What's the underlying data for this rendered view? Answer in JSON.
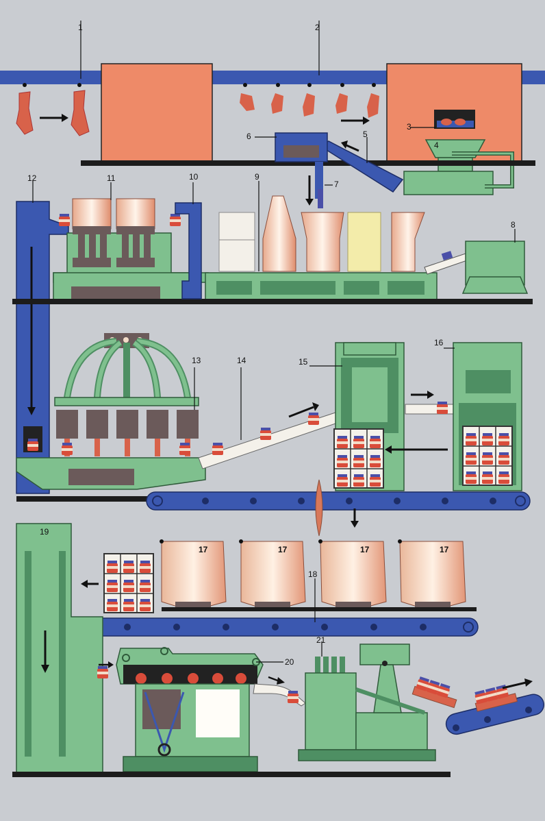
{
  "colors": {
    "background": "#c9ccd1",
    "machine_green": "#7fc08e",
    "machine_green_dark": "#4e8f63",
    "conveyor_blue": "#3b58b0",
    "room_orange": "#ee8a68",
    "meat_red": "#d8624a",
    "jar_cap": "#4a4fa8",
    "jar_body": "#d94c3a",
    "dark_panel": "#6b5a5a",
    "vat_cream": "#f3dcc8",
    "floor_line": "#1c1c1c"
  },
  "icons": {
    "arrow": "arrow-icon",
    "jar": "jar-icon",
    "meat": "meat-carcass-icon",
    "roller": "roller-icon"
  },
  "labels": {
    "l1": "1",
    "l2": "2",
    "l3": "3",
    "l4": "4",
    "l5": "5",
    "l6": "6",
    "l7": "7",
    "l8": "8",
    "l9": "9",
    "l10": "10",
    "l11": "11",
    "l12": "12",
    "l13": "13",
    "l14": "14",
    "l15": "15",
    "l16": "16",
    "l17a": "17",
    "l17b": "17",
    "l17c": "17",
    "l17d": "17",
    "l18": "18",
    "l19": "19",
    "l20": "20",
    "l21": "21"
  }
}
